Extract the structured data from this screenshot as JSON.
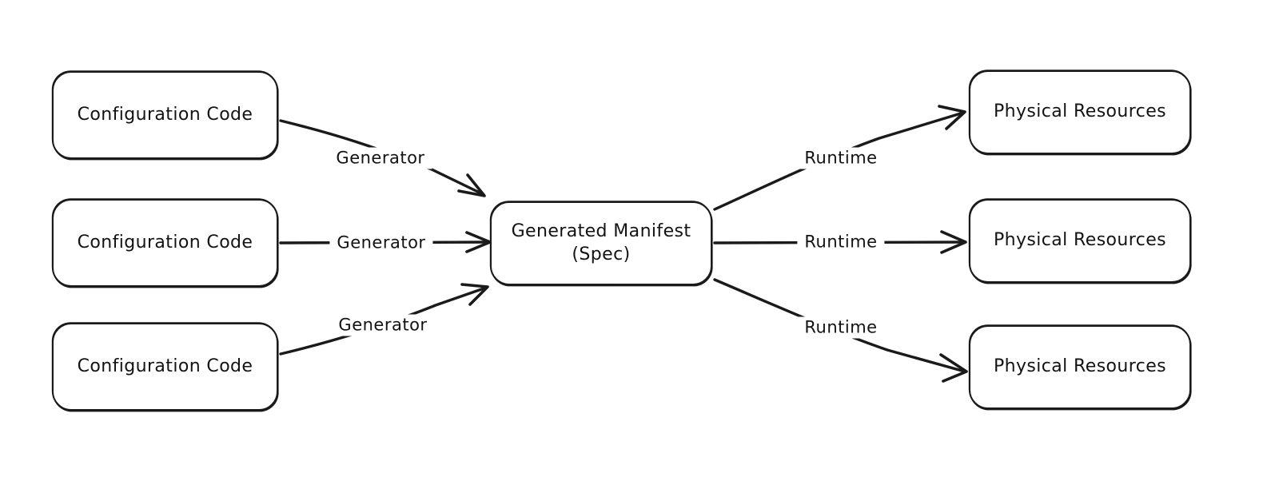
{
  "diagram": {
    "title": "Configuration Code to Physical Resources flow",
    "background_color": "#ffffff",
    "stroke_color": "#1a1a1a",
    "text_color": "#131313",
    "style": "hand-drawn"
  },
  "nodes": {
    "config_top": {
      "label": "Configuration Code"
    },
    "config_mid": {
      "label": "Configuration Code"
    },
    "config_bottom": {
      "label": "Configuration Code"
    },
    "manifest": {
      "label": "Generated Manifest\n(Spec)"
    },
    "resources_top": {
      "label": "Physical Resources"
    },
    "resources_mid": {
      "label": "Physical Resources"
    },
    "resources_bottom": {
      "label": "Physical Resources"
    }
  },
  "edges": {
    "generator_top": {
      "label": "Generator"
    },
    "generator_mid": {
      "label": "Generator"
    },
    "generator_bottom": {
      "label": "Generator"
    },
    "runtime_top": {
      "label": "Runtime"
    },
    "runtime_mid": {
      "label": "Runtime"
    },
    "runtime_bottom": {
      "label": "Runtime"
    }
  }
}
